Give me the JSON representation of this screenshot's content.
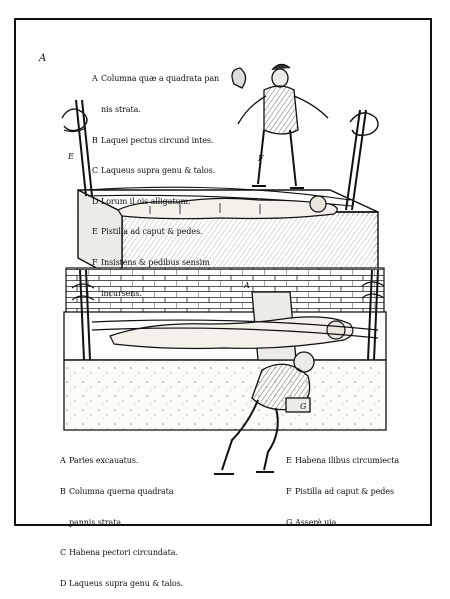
{
  "plate": {
    "letter": "A"
  },
  "legend_top": [
    {
      "key": "A",
      "text": "Columna quæ a quadrata pan"
    },
    {
      "key": "",
      "text": "nis strata."
    },
    {
      "key": "B",
      "text": "Laquei pectus circund intes."
    },
    {
      "key": "C",
      "text": "Laqueus supra genu & talos."
    },
    {
      "key": "D",
      "text": "Lorum il ois alligatum."
    },
    {
      "key": "E",
      "text": "Pistilla ad caput & pedes."
    },
    {
      "key": "F",
      "text": "Insistens & pedibus sensim"
    },
    {
      "key": "",
      "text": "incursens."
    }
  ],
  "legend_bottom_left": [
    {
      "key": "A",
      "text": "Paries excauatus."
    },
    {
      "key": "B",
      "text": "Columna querna quadrata"
    },
    {
      "key": "",
      "text": "pannis strata."
    },
    {
      "key": "C",
      "text": "Habena pectori circundata."
    },
    {
      "key": "D",
      "text": "Laqueus supra genu & talos."
    }
  ],
  "legend_bottom_right": [
    {
      "key": "E",
      "text": "Habena ilibus circumiecta"
    },
    {
      "key": "F",
      "text": "Pistilla ad caput & pedes"
    },
    {
      "key": "G",
      "text": "Asserè uia."
    }
  ],
  "figure_labels": {
    "post_left": "E",
    "walker": "F",
    "wall": "A",
    "crouch_board": "G"
  },
  "colors": {
    "ink": "#111111",
    "paper": "#fdfdfb",
    "shade": "#d9d6cf"
  }
}
